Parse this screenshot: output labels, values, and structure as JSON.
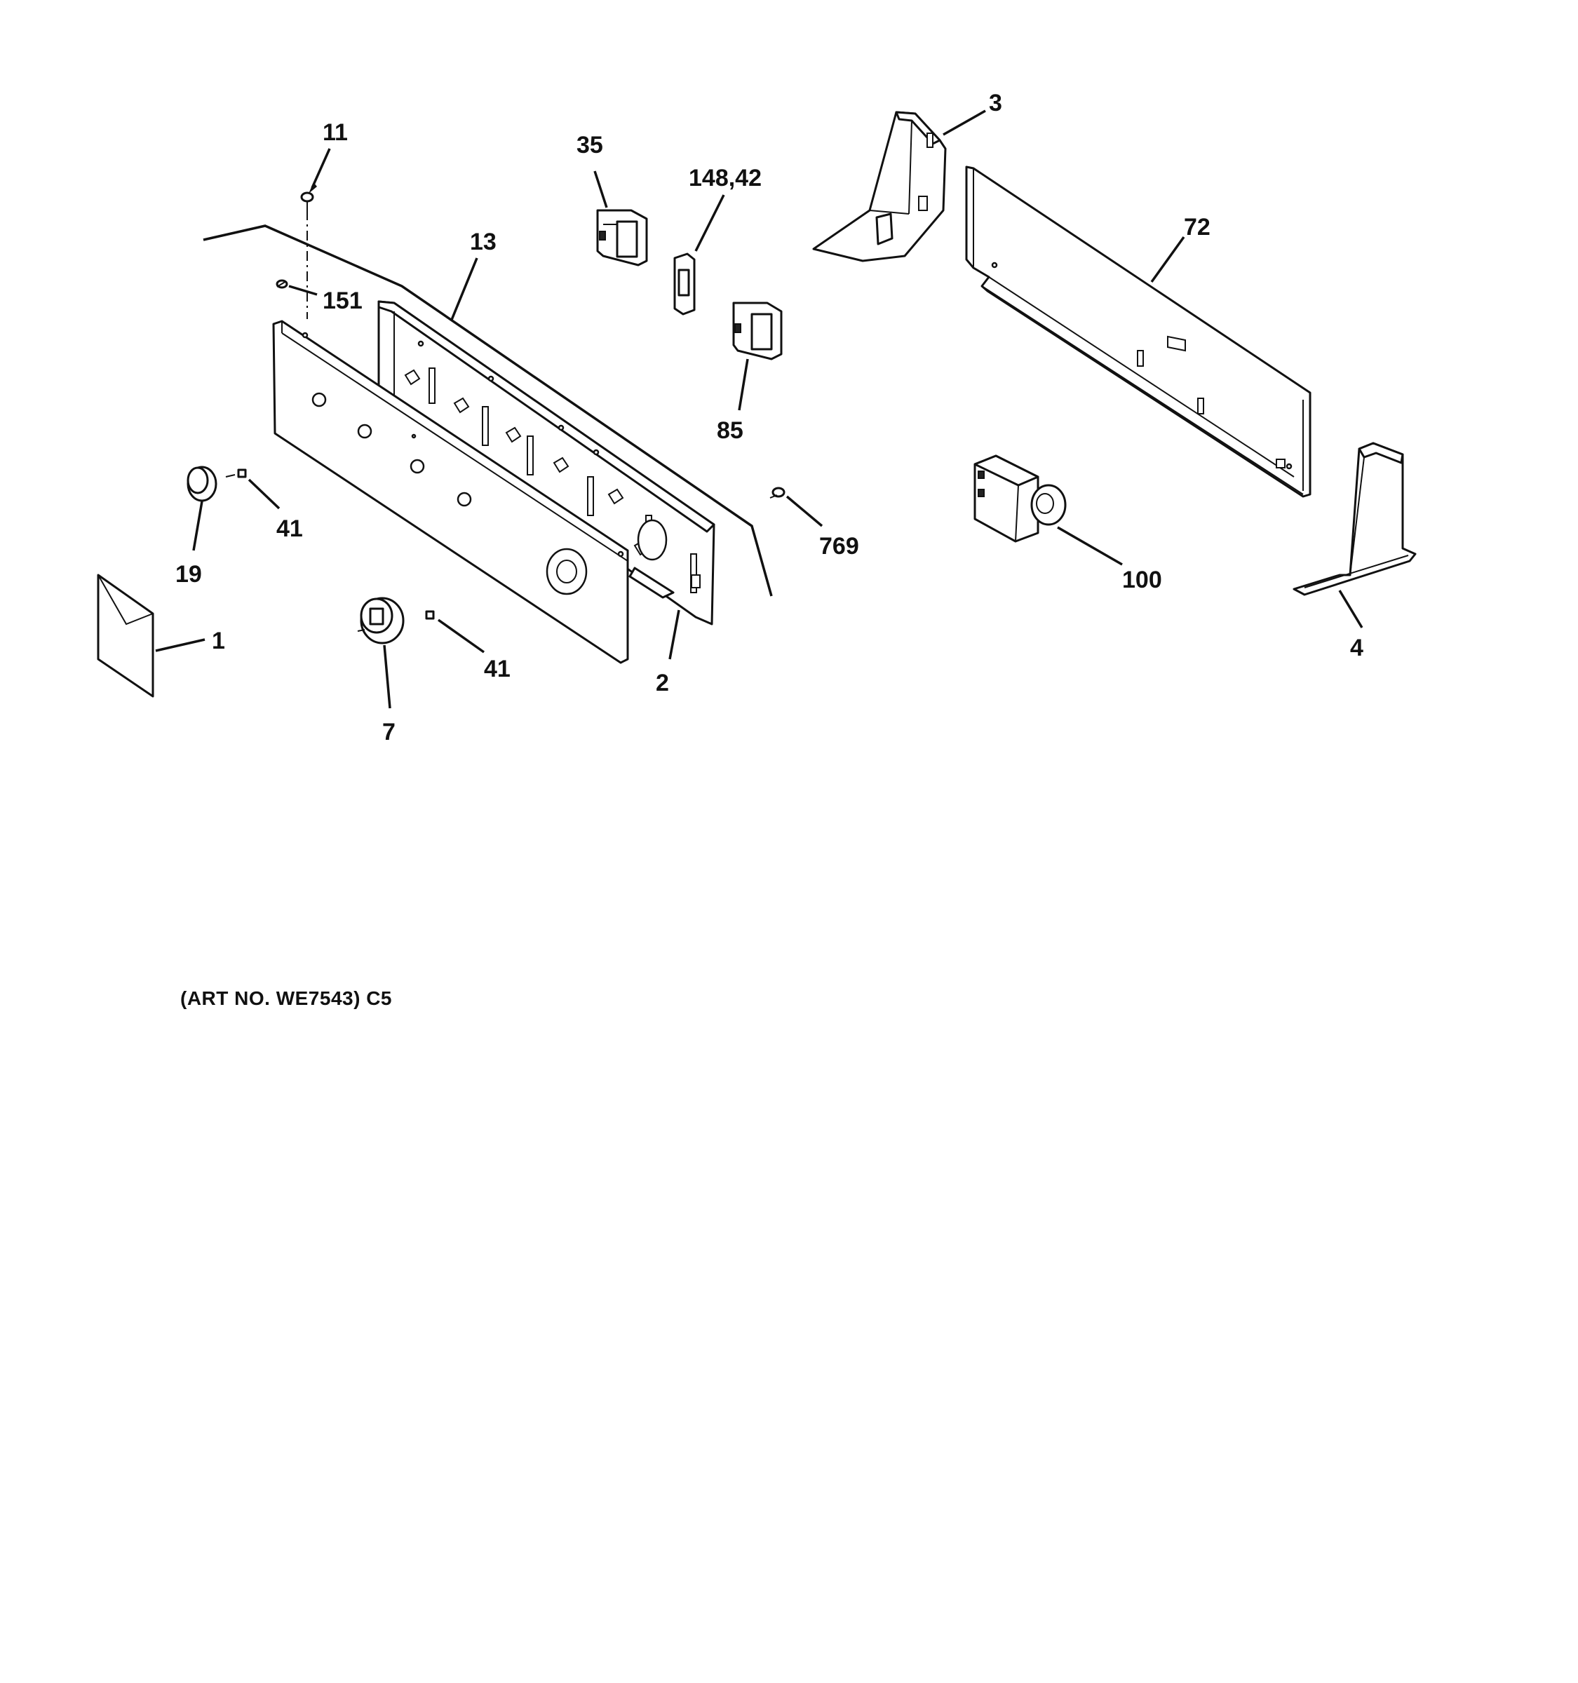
{
  "callouts": {
    "c11": "11",
    "c35": "35",
    "c148_42": "148,42",
    "c3": "3",
    "c72": "72",
    "c13": "13",
    "c151": "151",
    "c85": "85",
    "c41_top": "41",
    "c19": "19",
    "c769": "769",
    "c100": "100",
    "c1": "1",
    "c41_bottom": "41",
    "c2": "2",
    "c4": "4",
    "c7": "7"
  },
  "art_number": "(ART NO. WE7543) C5"
}
